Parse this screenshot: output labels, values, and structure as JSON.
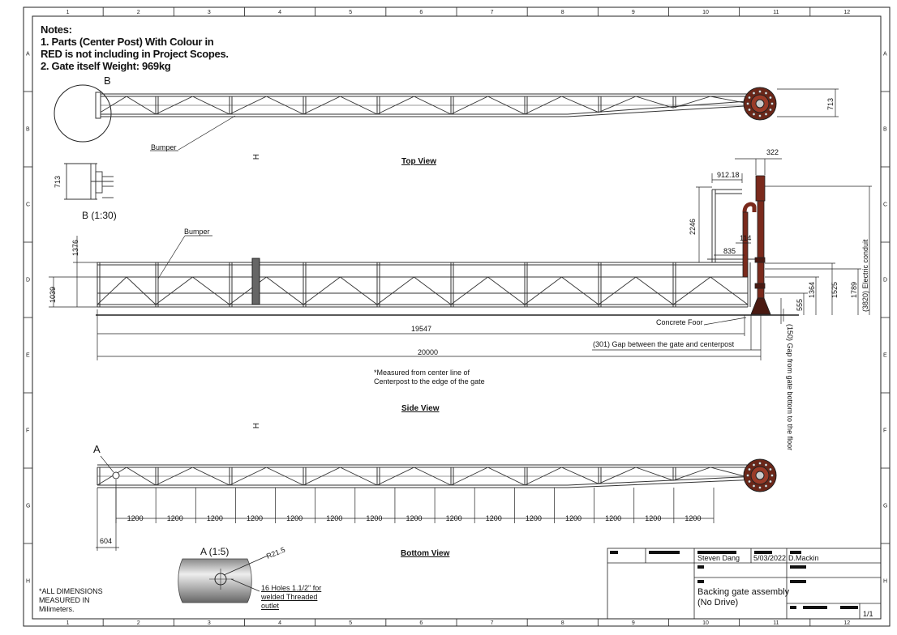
{
  "notes": {
    "heading": "Notes:",
    "line1": "1. Parts (Center Post) With Colour in",
    "line2": "RED is not including in Project Scopes.",
    "line3": "2. Gate itself Weight: 969kg"
  },
  "grid": {
    "columns": [
      "1",
      "2",
      "3",
      "4",
      "5",
      "6",
      "7",
      "8",
      "9",
      "10",
      "11",
      "12"
    ],
    "rows": [
      "A",
      "B",
      "C",
      "D",
      "E",
      "F",
      "G",
      "H"
    ]
  },
  "views": {
    "top": "Top View",
    "side": "Side View",
    "bottom": "Bottom View",
    "detail_b": "B (1:30)",
    "detail_a": "A (1:5)"
  },
  "markers": {
    "b": "B",
    "a": "A",
    "h1": "H",
    "h2": "H"
  },
  "labels": {
    "bumper_top": "Bumper",
    "bumper_side": "Bumper",
    "concrete_floor": "Concrete Foor",
    "gap_gate_centerpost": "(301) Gap between the gate and centerpost",
    "gap_gate_floor": "(150) Gap from gate bottom to the floor",
    "electric_conduit": "(3820) Electric conduit",
    "measured_note_1": "*Measured from center line of",
    "measured_note_2": "Centerpost to the edge of the gate",
    "radius": "R21.5",
    "holes_1": "16 Holes 1.1/2\" for",
    "holes_2": "welded Threaded",
    "holes_3": "outlet",
    "dims_note_1": "*ALL DIMENSIONS",
    "dims_note_2": "MEASURED IN",
    "dims_note_3": "Milimeters."
  },
  "dimensions": {
    "top_713": "713",
    "b_713": "713",
    "d322": "322",
    "d912": "912.18",
    "d2246": "2246",
    "d114": "114",
    "d835": "835",
    "d1376": "1376",
    "d1039": "1039",
    "d1364": "1364",
    "d1525": "1525",
    "d1789": "1789",
    "d555": "555",
    "d19547": "19547",
    "d20000": "20000",
    "d604": "604",
    "spacing": [
      "1200",
      "1200",
      "1200",
      "1200",
      "1200",
      "1200",
      "1200",
      "1200",
      "1200",
      "1200",
      "1200",
      "1200",
      "1200",
      "1200",
      "1200"
    ]
  },
  "title_block": {
    "designer": "Steven Dang",
    "date": "5/03/2022",
    "checker": "D.Mackin",
    "title": "Backing gate assembly",
    "subtitle": "(No Drive)",
    "sheet": "1/1"
  },
  "colors": {
    "line": "#222222",
    "post_red": "#7a2a1c",
    "post_dark": "#4a1a12"
  }
}
